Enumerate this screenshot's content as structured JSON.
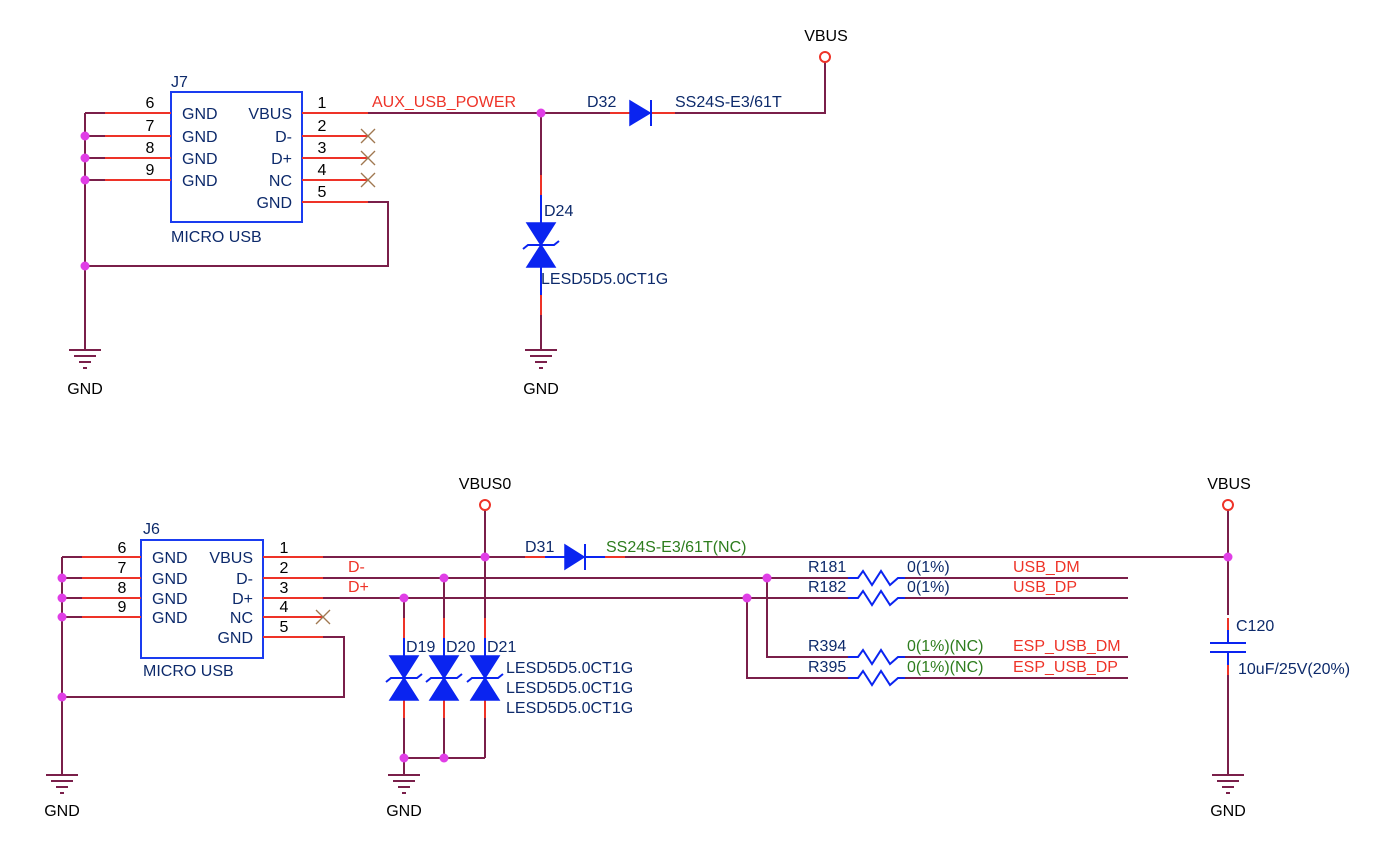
{
  "top": {
    "connector": {
      "ref": "J7",
      "type": "MICRO USB",
      "left_pins": [
        {
          "num": "6",
          "name": "GND"
        },
        {
          "num": "7",
          "name": "GND"
        },
        {
          "num": "8",
          "name": "GND"
        },
        {
          "num": "9",
          "name": "GND"
        }
      ],
      "right_pins": [
        {
          "num": "1",
          "name": "VBUS"
        },
        {
          "num": "2",
          "name": "D-"
        },
        {
          "num": "3",
          "name": "D+"
        },
        {
          "num": "4",
          "name": "NC"
        },
        {
          "num": "5",
          "name": "GND"
        }
      ]
    },
    "net_aux": "AUX_USB_POWER",
    "diode": {
      "ref": "D32",
      "value": "SS24S-E3/61T"
    },
    "tvs": {
      "ref": "D24",
      "value": "LESD5D5.0CT1G"
    },
    "power": "VBUS",
    "gnd_left": "GND",
    "gnd_tvs": "GND"
  },
  "bottom": {
    "connector": {
      "ref": "J6",
      "type": "MICRO USB",
      "left_pins": [
        {
          "num": "6",
          "name": "GND"
        },
        {
          "num": "7",
          "name": "GND"
        },
        {
          "num": "8",
          "name": "GND"
        },
        {
          "num": "9",
          "name": "GND"
        }
      ],
      "right_pins": [
        {
          "num": "1",
          "name": "VBUS"
        },
        {
          "num": "2",
          "name": "D-"
        },
        {
          "num": "3",
          "name": "D+"
        },
        {
          "num": "4",
          "name": "NC"
        },
        {
          "num": "5",
          "name": "GND"
        }
      ]
    },
    "net_dm": "D-",
    "net_dp": "D+",
    "power_vbus0": "VBUS0",
    "diode": {
      "ref": "D31",
      "value": "SS24S-E3/61T(NC)"
    },
    "tvs": [
      {
        "ref": "D19",
        "value": "LESD5D5.0CT1G"
      },
      {
        "ref": "D20",
        "value": "LESD5D5.0CT1G"
      },
      {
        "ref": "D21",
        "value": "LESD5D5.0CT1G"
      }
    ],
    "resistors": [
      {
        "ref": "R181",
        "value": "0(1%)",
        "net": "USB_DM"
      },
      {
        "ref": "R182",
        "value": "0(1%)",
        "net": "USB_DP"
      },
      {
        "ref": "R394",
        "value": "0(1%)(NC)",
        "net": "ESP_USB_DM"
      },
      {
        "ref": "R395",
        "value": "0(1%)(NC)",
        "net": "ESP_USB_DP"
      }
    ],
    "capacitor": {
      "ref": "C120",
      "value": "10uF/25V(20%)"
    },
    "power_vbus": "VBUS",
    "gnd_left": "GND",
    "gnd_tvs": "GND",
    "gnd_cap": "GND"
  },
  "colors": {
    "wire": "#7a1f4a",
    "pin": "#ee3328",
    "symbol": "#0a24f0",
    "junction": "#e03ee6",
    "nc_value": "#2e7d1e"
  }
}
